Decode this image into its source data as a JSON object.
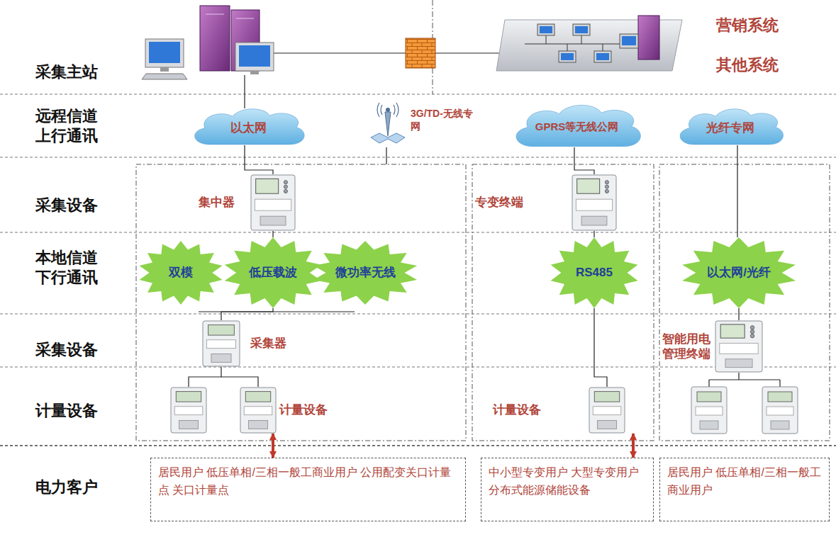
{
  "diagram": {
    "nodes": [
      {
        "text": [
          "以太网"
        ]
      },
      {
        "text": [
          "3G/TD-无线专网"
        ]
      },
      {
        "text": [
          "GPRS等无线公网"
        ]
      },
      {
        "text": [
          "光纤专网"
        ]
      },
      {
        "text": [
          "集中器"
        ]
      },
      {
        "text": [
          "专变终端"
        ]
      },
      {
        "text": [
          "双模"
        ]
      },
      {
        "text": [
          "低压载波"
        ]
      },
      {
        "text": [
          "微功率无线"
        ]
      },
      {
        "text": [
          "RS485"
        ]
      },
      {
        "text": [
          "以太网/光纤"
        ]
      },
      {
        "text": [
          "采集器"
        ]
      },
      {
        "text": [
          "智能用电管理终端"
        ]
      },
      {
        "text": [
          "计量设备"
        ]
      },
      {
        "text": [
          "计量设备"
        ]
      },
      {
        "text": [
          "居民用户 低压单相/三相一般工商业用户 公用配变关口计量点 关口计量点"
        ]
      },
      {
        "text": [
          "中小型专变用户 大型专变用户 分布式能源储能设备"
        ]
      },
      {
        "text": [
          "居民用户 低压单相/三相一般工商业用户"
        ]
      }
    ],
    "edges": [
      {
        "from": 0,
        "to": 4,
        "arrow": "none"
      },
      {
        "from": 2,
        "to": 5,
        "arrow": "none"
      },
      {
        "from": 3,
        "to": 10,
        "arrow": "none"
      },
      {
        "from": 4,
        "to": 7,
        "arrow": "none"
      },
      {
        "from": 5,
        "to": 9,
        "arrow": "none"
      },
      {
        "from": 10,
        "to": 12,
        "arrow": "none"
      },
      {
        "from": 7,
        "to": 11,
        "arrow": "none"
      },
      {
        "from": 9,
        "to": 14,
        "arrow": "none"
      },
      {
        "from": 11,
        "to": 13,
        "arrow": "none"
      },
      {
        "from": 13,
        "to": 15,
        "arrow": "both"
      },
      {
        "from": 14,
        "to": 16,
        "arrow": "both"
      }
    ],
    "labels": [
      "采集主站",
      "营销系统",
      "其他系统",
      "远程信道 上行通讯",
      "采集设备",
      "本地信道 下行通讯",
      "采集设备",
      "计量设备",
      "电力客户"
    ]
  }
}
